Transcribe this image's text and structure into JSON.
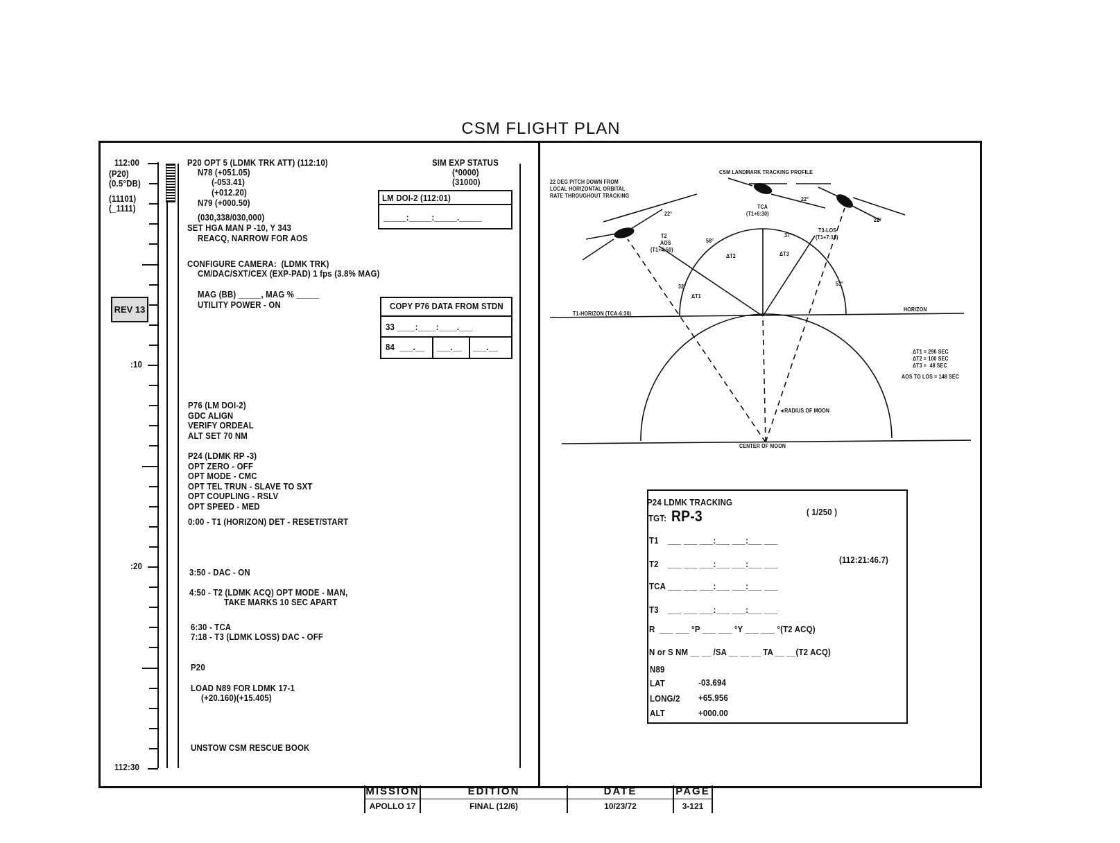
{
  "title": "CSM FLIGHT PLAN",
  "timeline": {
    "t0": "112:00",
    "t10": ":10",
    "t20": ":20",
    "t30": "112:30",
    "side": [
      "(P20)",
      "(0.5°DB)",
      "(11101)",
      "(_1111)"
    ],
    "rev": "REV 13"
  },
  "left": {
    "l1": "P20 OPT 5 (LDMK TRK ATT) (112:10)",
    "l2": "N78 (+051.05)",
    "l3": "      (-053.41)",
    "l4": "      (+012.20)",
    "l5": "N79 (+000.50)",
    "l6": "(030,338/030,000)",
    "l7": "SET HGA MAN P -10, Y 343",
    "l8": "REACQ, NARROW FOR AOS",
    "l9": "CONFIGURE CAMERA:  (LDMK TRK)",
    "l10": "CM/DAC/SXT/CEX (EXP-PAD) 1 fps (3.8% MAG)",
    "l11": "MAG (BB) _____, MAG % _____",
    "l12": "UTILITY POWER - ON",
    "l13": "P76 (LM DOI-2)",
    "l14": "GDC ALIGN",
    "l15": "VERIFY ORDEAL",
    "l16": "ALT SET 70 NM",
    "l17": "P24 (LDMK RP -3)",
    "l18": "OPT ZERO - OFF",
    "l19": "OPT MODE - CMC",
    "l20": "OPT TEL TRUN - SLAVE TO SXT",
    "l21": "OPT COUPLING - RSLV",
    "l22": "OPT SPEED - MED",
    "l23": "0:00 - T1 (HORIZON) DET - RESET/START",
    "l24": "3:50 - DAC - ON",
    "l25": "4:50 - T2 (LDMK ACQ) OPT MODE - MAN,",
    "l26": "TAKE MARKS 10 SEC APART",
    "l27": "6:30 - TCA",
    "l28": "7:18 - T3 (LDMK LOSS) DAC - OFF",
    "l29": "P20",
    "l30": "LOAD N89 FOR LDMK 17-1",
    "l31": "(+20.160)(+15.405)",
    "l32": "UNSTOW CSM RESCUE BOOK"
  },
  "sim": {
    "title": "SIM EXP STATUS",
    "v1": "(*0000)",
    "v2": "(31000)"
  },
  "doi": {
    "title": "LM DOI-2 (112:01)",
    "blank": "_____:_____:_____._____"
  },
  "p76": {
    "title": "COPY P76 DATA FROM STDN",
    "r1": "33 ____:____:____.___",
    "r2": "84",
    "c1": "___.__",
    "c2": "___.__",
    "c3": "___.__"
  },
  "diagram": {
    "title": "CSM LANDMARK TRACKING PROFILE",
    "note": [
      "22 DEG PITCH DOWN FROM",
      "LOCAL HORIZONTAL ORBITAL",
      "RATE THROUGHOUT TRACKING"
    ],
    "deg22": "22°",
    "t2": [
      "T2",
      "AOS",
      "(T1+4:50)"
    ],
    "tca": [
      "TCA",
      "(T1+6:30)"
    ],
    "t3": [
      "T3-LOS",
      "(T1+7:18)"
    ],
    "a58": "58°",
    "a37": "37°",
    "a32": "32°",
    "a53": "53°",
    "dt1": "ΔT1",
    "dt2": "ΔT2",
    "dt3": "ΔT3",
    "t1h": "T1-HORIZON (TCA-6:30)",
    "horizon": "HORIZON",
    "radius": "◄RADIUS OF MOON",
    "center": "CENTER OF MOON",
    "legend": [
      "ΔT1 = 290 SEC",
      "ΔT2 = 100 SEC",
      "ΔT3 =  48 SEC",
      "AOS TO LOS = 148 SEC"
    ]
  },
  "p24": {
    "title": "P24 LDMK TRACKING",
    "tgt": "TGT:",
    "tgtv": "RP-3",
    "exp": "( 1/250 )",
    "t1": "T1",
    "t2": "T2",
    "tca": "TCA",
    "t3": "T3",
    "blank": "___ ___ ___:___ ___:___ ___",
    "t2time": "(112:21:46.7)",
    "r": "R  ___ ___ °P ___ ___ °Y ___ ___ °(T2 ACQ)",
    "ns": "N or S NM __ __ /SA __ __ __ TA __ __(T2 ACQ)",
    "n89": "N89",
    "lat": "LAT",
    "latv": "-03.694",
    "long": "LONG/2",
    "longv": "+65.956",
    "alt": "ALT",
    "altv": "+000.00"
  },
  "footer": {
    "mission_h": "MISSION",
    "mission": "APOLLO 17",
    "edition_h": "EDITION",
    "edition": "FINAL (12/6)",
    "date_h": "DATE",
    "date": "10/23/72",
    "page_h": "PAGE",
    "page": "3-121"
  }
}
